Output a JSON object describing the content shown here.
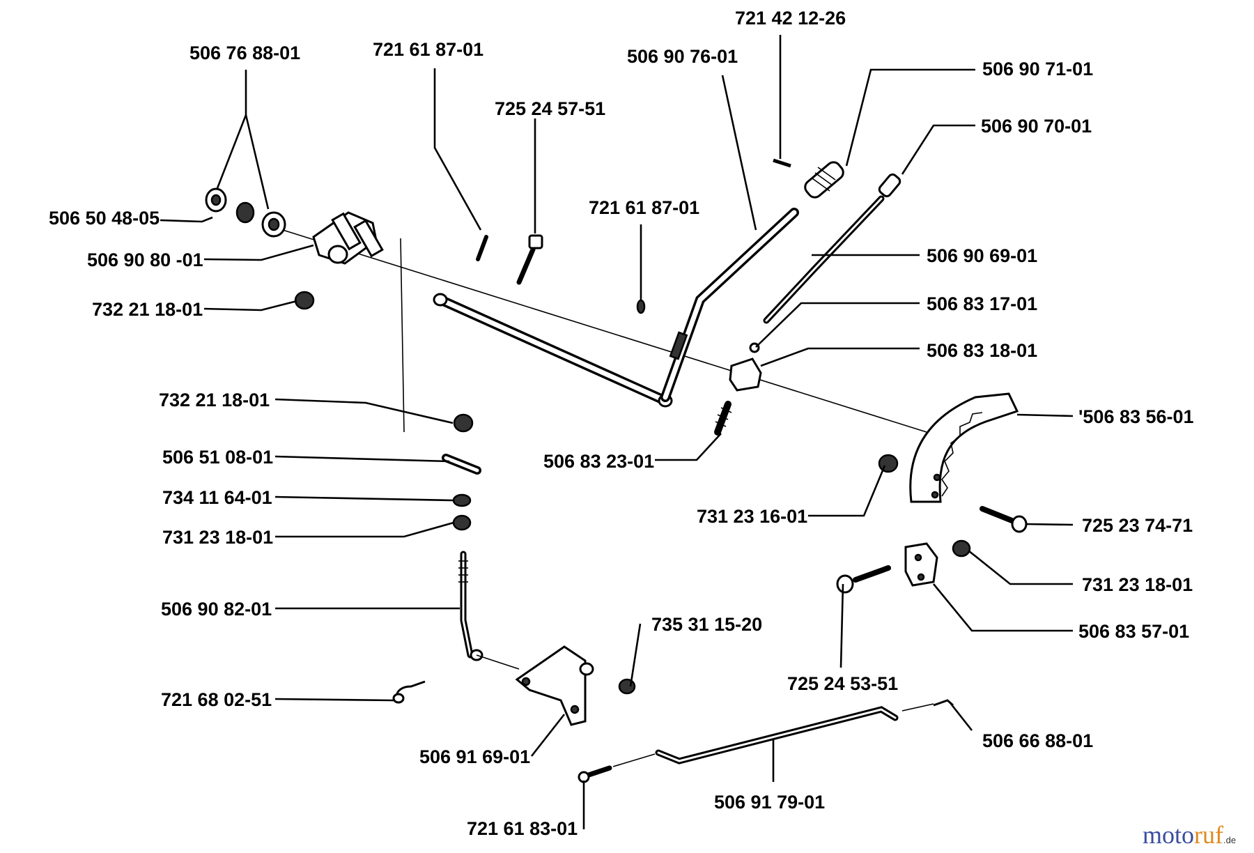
{
  "parts": [
    {
      "id": "p1",
      "number": "721 42 12-26"
    },
    {
      "id": "p2",
      "number": "506 76 88-01"
    },
    {
      "id": "p3",
      "number": "721 61 87-01"
    },
    {
      "id": "p4",
      "number": "506 90 76-01"
    },
    {
      "id": "p5",
      "number": "506 90 71-01"
    },
    {
      "id": "p6",
      "number": "725 24 57-51"
    },
    {
      "id": "p7",
      "number": "506 90 70-01"
    },
    {
      "id": "p8",
      "number": "721 61 87-01"
    },
    {
      "id": "p9",
      "number": "506 50 48-05"
    },
    {
      "id": "p10",
      "number": "506 90 80 -01"
    },
    {
      "id": "p11",
      "number": "506 90 69-01"
    },
    {
      "id": "p12",
      "number": "732 21 18-01"
    },
    {
      "id": "p13",
      "number": "506 83 17-01"
    },
    {
      "id": "p14",
      "number": "506 83 18-01"
    },
    {
      "id": "p15",
      "number": "732 21 18-01"
    },
    {
      "id": "p16",
      "number": "'506 83 56-01"
    },
    {
      "id": "p17",
      "number": "506 51 08-01"
    },
    {
      "id": "p18",
      "number": "506 83 23-01"
    },
    {
      "id": "p19",
      "number": "734 11 64-01"
    },
    {
      "id": "p20",
      "number": "731 23 16-01"
    },
    {
      "id": "p21",
      "number": "725 23 74-71"
    },
    {
      "id": "p22",
      "number": "731 23 18-01"
    },
    {
      "id": "p23",
      "number": "731 23 18-01"
    },
    {
      "id": "p24",
      "number": "506 90 82-01"
    },
    {
      "id": "p25",
      "number": "735 31 15-20"
    },
    {
      "id": "p26",
      "number": "506 83 57-01"
    },
    {
      "id": "p27",
      "number": "725 24 53-51"
    },
    {
      "id": "p28",
      "number": "721 68 02-51"
    },
    {
      "id": "p29",
      "number": "506 66 88-01"
    },
    {
      "id": "p30",
      "number": "506 91 69-01"
    },
    {
      "id": "p31",
      "number": "506 91 79-01"
    },
    {
      "id": "p32",
      "number": "721 61 83-01"
    }
  ],
  "watermark": {
    "part1": "moto",
    "part2": "ruf",
    "suffix": ".de"
  }
}
